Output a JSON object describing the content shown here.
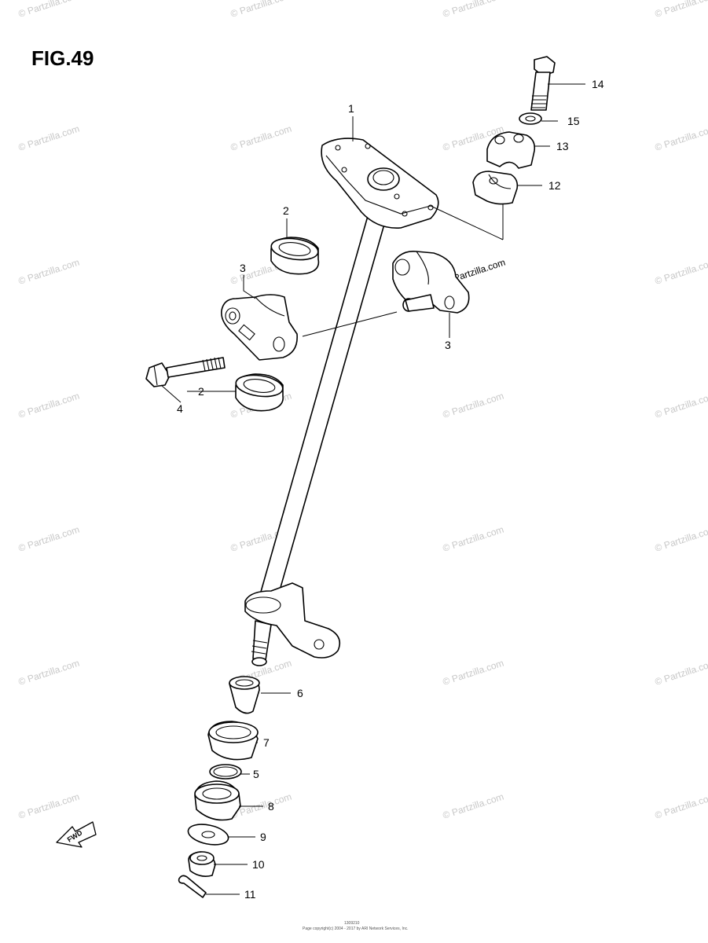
{
  "figure": {
    "title": "FIG.49"
  },
  "watermark_text": "© Partzilla.com",
  "fwd_label": "FWD",
  "footer": {
    "code": "1309210",
    "copyright": "Page copyright(c) 2004 - 2017 by ARI Network Services, Inc."
  },
  "callouts": {
    "c1": "1",
    "c2a": "2",
    "c2b": "2",
    "c3a": "3",
    "c3b": "3",
    "c4": "4",
    "c5": "5",
    "c6": "6",
    "c7": "7",
    "c8": "8",
    "c9": "9",
    "c10": "10",
    "c11": "11",
    "c12": "12",
    "c13": "13",
    "c14": "14",
    "c15": "15"
  }
}
